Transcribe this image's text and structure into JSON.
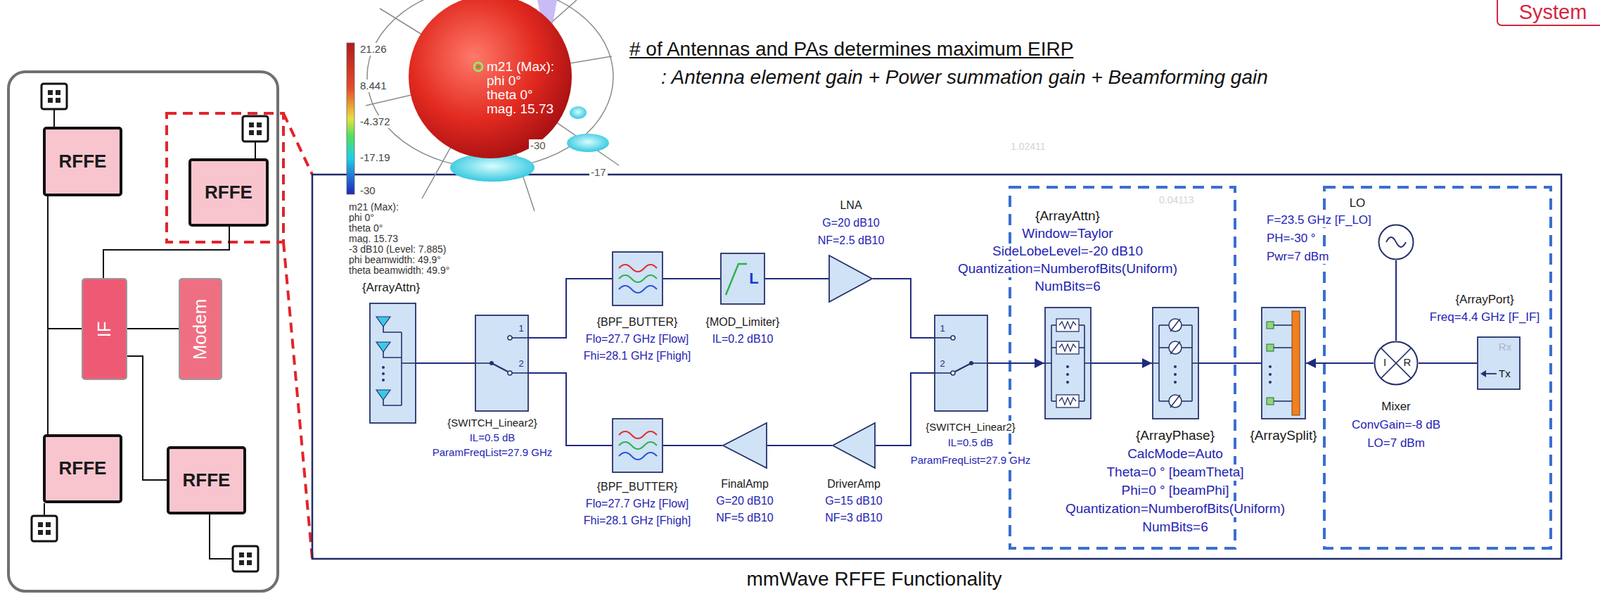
{
  "diagram": {
    "title": "# of Antennas and PAs determines maximum EIRP",
    "caption": "mmWave RFFE Functionality",
    "nodes": [
      {
        "text": [
          "RFFE"
        ]
      },
      {
        "text": [
          "RFFE"
        ]
      },
      {
        "text": [
          "IF"
        ]
      },
      {
        "text": [
          "Modem"
        ]
      },
      {
        "text": [
          "RFFE"
        ]
      },
      {
        "text": [
          "RFFE"
        ]
      },
      {
        "text": [
          "{ArrayAttn}"
        ]
      },
      {
        "text": [
          "{SWITCH_Linear2}",
          "IL=0.5 dB",
          "ParamFreqList=27.9 GHz",
          "1",
          "2"
        ]
      },
      {
        "text": [
          "{BPF_BUTTER}",
          "Flo=27.7 GHz [Flow]",
          "Fhi=28.1 GHz [Fhigh]"
        ]
      },
      {
        "text": [
          "L",
          "{MOD_Limiter}",
          "IL=0.2 dB10"
        ]
      },
      {
        "text": [
          "LNA",
          "G=20 dB10",
          "NF=2.5 dB10"
        ]
      },
      {
        "text": [
          "1",
          "2",
          "{SWITCH_Linear2}",
          "IL=0.5 dB",
          "ParamFreqList=27.9 GHz"
        ]
      },
      {
        "text": [
          "{BPF_BUTTER}",
          "Flo=27.7 GHz [Flow]",
          "Fhi=28.1 GHz [Fhigh]"
        ]
      },
      {
        "text": [
          "FinalAmp",
          "G=20 dB10",
          "NF=5 dB10"
        ]
      },
      {
        "text": [
          "DriverAmp",
          "G=15 dB10",
          "NF=3 dB10"
        ]
      },
      {
        "text": [
          "{ArrayAttn}",
          "Window=Taylor",
          "SideLobeLevel=-20 dB10",
          "Quantization=NumberofBits(Uniform)",
          "NumBits=6"
        ]
      },
      {
        "text": [
          "{ArrayPhase}",
          "CalcMode=Auto",
          "Theta=0 ° [beamTheta]",
          "Phi=0 ° [beamPhi]",
          "Quantization=NumberofBits(Uniform)",
          "NumBits=6"
        ]
      },
      {
        "text": [
          "{ArraySplit}"
        ]
      },
      {
        "text": [
          "LO",
          "F=23.5 GHz [F_LO]",
          "PH=-30 °",
          "Pwr=7 dBm"
        ]
      },
      {
        "text": [
          "I",
          "R",
          "Mixer",
          "ConvGain=-8 dB",
          "LO=7 dBm"
        ]
      },
      {
        "text": [
          "{ArrayPort}",
          "Freq=4.4 GHz [F_IF]",
          "Rx",
          "Tx"
        ]
      },
      {
        "text": [
          "System"
        ]
      }
    ],
    "edges": [
      {
        "from": 0,
        "to": 2,
        "arrow": "none"
      },
      {
        "from": 1,
        "to": 2,
        "arrow": "none"
      },
      {
        "from": 2,
        "to": 3,
        "arrow": "none"
      },
      {
        "from": 2,
        "to": 4,
        "arrow": "none"
      },
      {
        "from": 2,
        "to": 5,
        "arrow": "none"
      },
      {
        "from": 6,
        "to": 7,
        "arrow": "none"
      },
      {
        "from": 7,
        "to": 8,
        "arrow": "none"
      },
      {
        "from": 7,
        "to": 12,
        "arrow": "none"
      },
      {
        "from": 8,
        "to": 9,
        "arrow": "none"
      },
      {
        "from": 9,
        "to": 10,
        "arrow": "none"
      },
      {
        "from": 10,
        "to": 11,
        "arrow": "none"
      },
      {
        "from": 11,
        "to": 14,
        "arrow": "none"
      },
      {
        "from": 14,
        "to": 13,
        "arrow": "none"
      },
      {
        "from": 13,
        "to": 12,
        "arrow": "none"
      },
      {
        "from": 11,
        "to": 15,
        "arrow": "to"
      },
      {
        "from": 15,
        "to": 16,
        "arrow": "to"
      },
      {
        "from": 16,
        "to": 17,
        "arrow": "none"
      },
      {
        "from": 19,
        "to": 17,
        "arrow": "to"
      },
      {
        "from": 18,
        "to": 19,
        "arrow": "none"
      },
      {
        "from": 19,
        "to": 20,
        "arrow": "none"
      }
    ],
    "labels": [
      ": Antenna element gain + Power summation gain + Beamforming gain",
      "21.26",
      "8.441",
      "-4.372",
      "-17.19",
      "-30",
      "m21 (Max):",
      "phi 0°",
      "theta 0°",
      "mag. 15.73",
      "-30",
      "-17",
      "m21 (Max):",
      "phi 0°",
      "theta 0°",
      "mag. 15.73",
      "-3 dB10 (Level: 7.885)",
      "phi beamwidth: 49.9°",
      "theta beamwidth: 49.9°",
      "1.02411",
      "0.04113"
    ]
  }
}
